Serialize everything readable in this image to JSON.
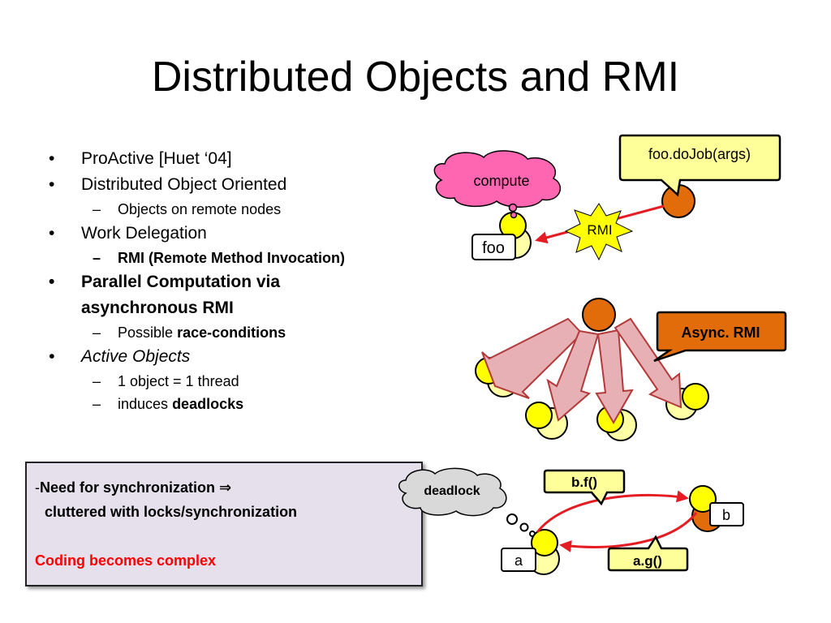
{
  "title": "Distributed Objects and RMI",
  "bullets": {
    "proactive": "ProActive [Huet ‘04]",
    "distributed": "Distributed Object Oriented",
    "remote_nodes": "Objects on remote nodes",
    "work_delegation": "Work Delegation",
    "rmi_full": "RMI (Remote Method Invocation)",
    "parallel_1": "Parallel Computation via",
    "parallel_2": "asynchronous RMI",
    "possible": "Possible",
    "race": "race-conditions",
    "active_objects": "Active Objects",
    "one_object": "1 object = 1 thread",
    "induces": "induces",
    "deadlocks": "deadlocks"
  },
  "note": {
    "dash": "-",
    "line1": "Need for synchronization ⇒",
    "line2": "cluttered with locks/synchronization",
    "line3": "Coding becomes complex"
  },
  "diagram": {
    "call_label": "foo.doJob(args)",
    "compute_label": "compute",
    "rmi_label": "RMI",
    "foo_label": "foo",
    "async_label": "Async. RMI",
    "deadlock_label": "deadlock",
    "bf_label": "b.f()",
    "ag_label": "a.g()",
    "a_label": "a",
    "b_label": "b"
  },
  "colors": {
    "orange": "#e36c0a",
    "yellow": "#ffff00",
    "light_yellow": "#ffffa6",
    "pink_cloud": "#ff66b2",
    "red_arrow": "#e51c23",
    "pink_arrow": "#e6b0b4",
    "lavender": "#e6e0ec",
    "callout_yellow": "#ffff99"
  }
}
